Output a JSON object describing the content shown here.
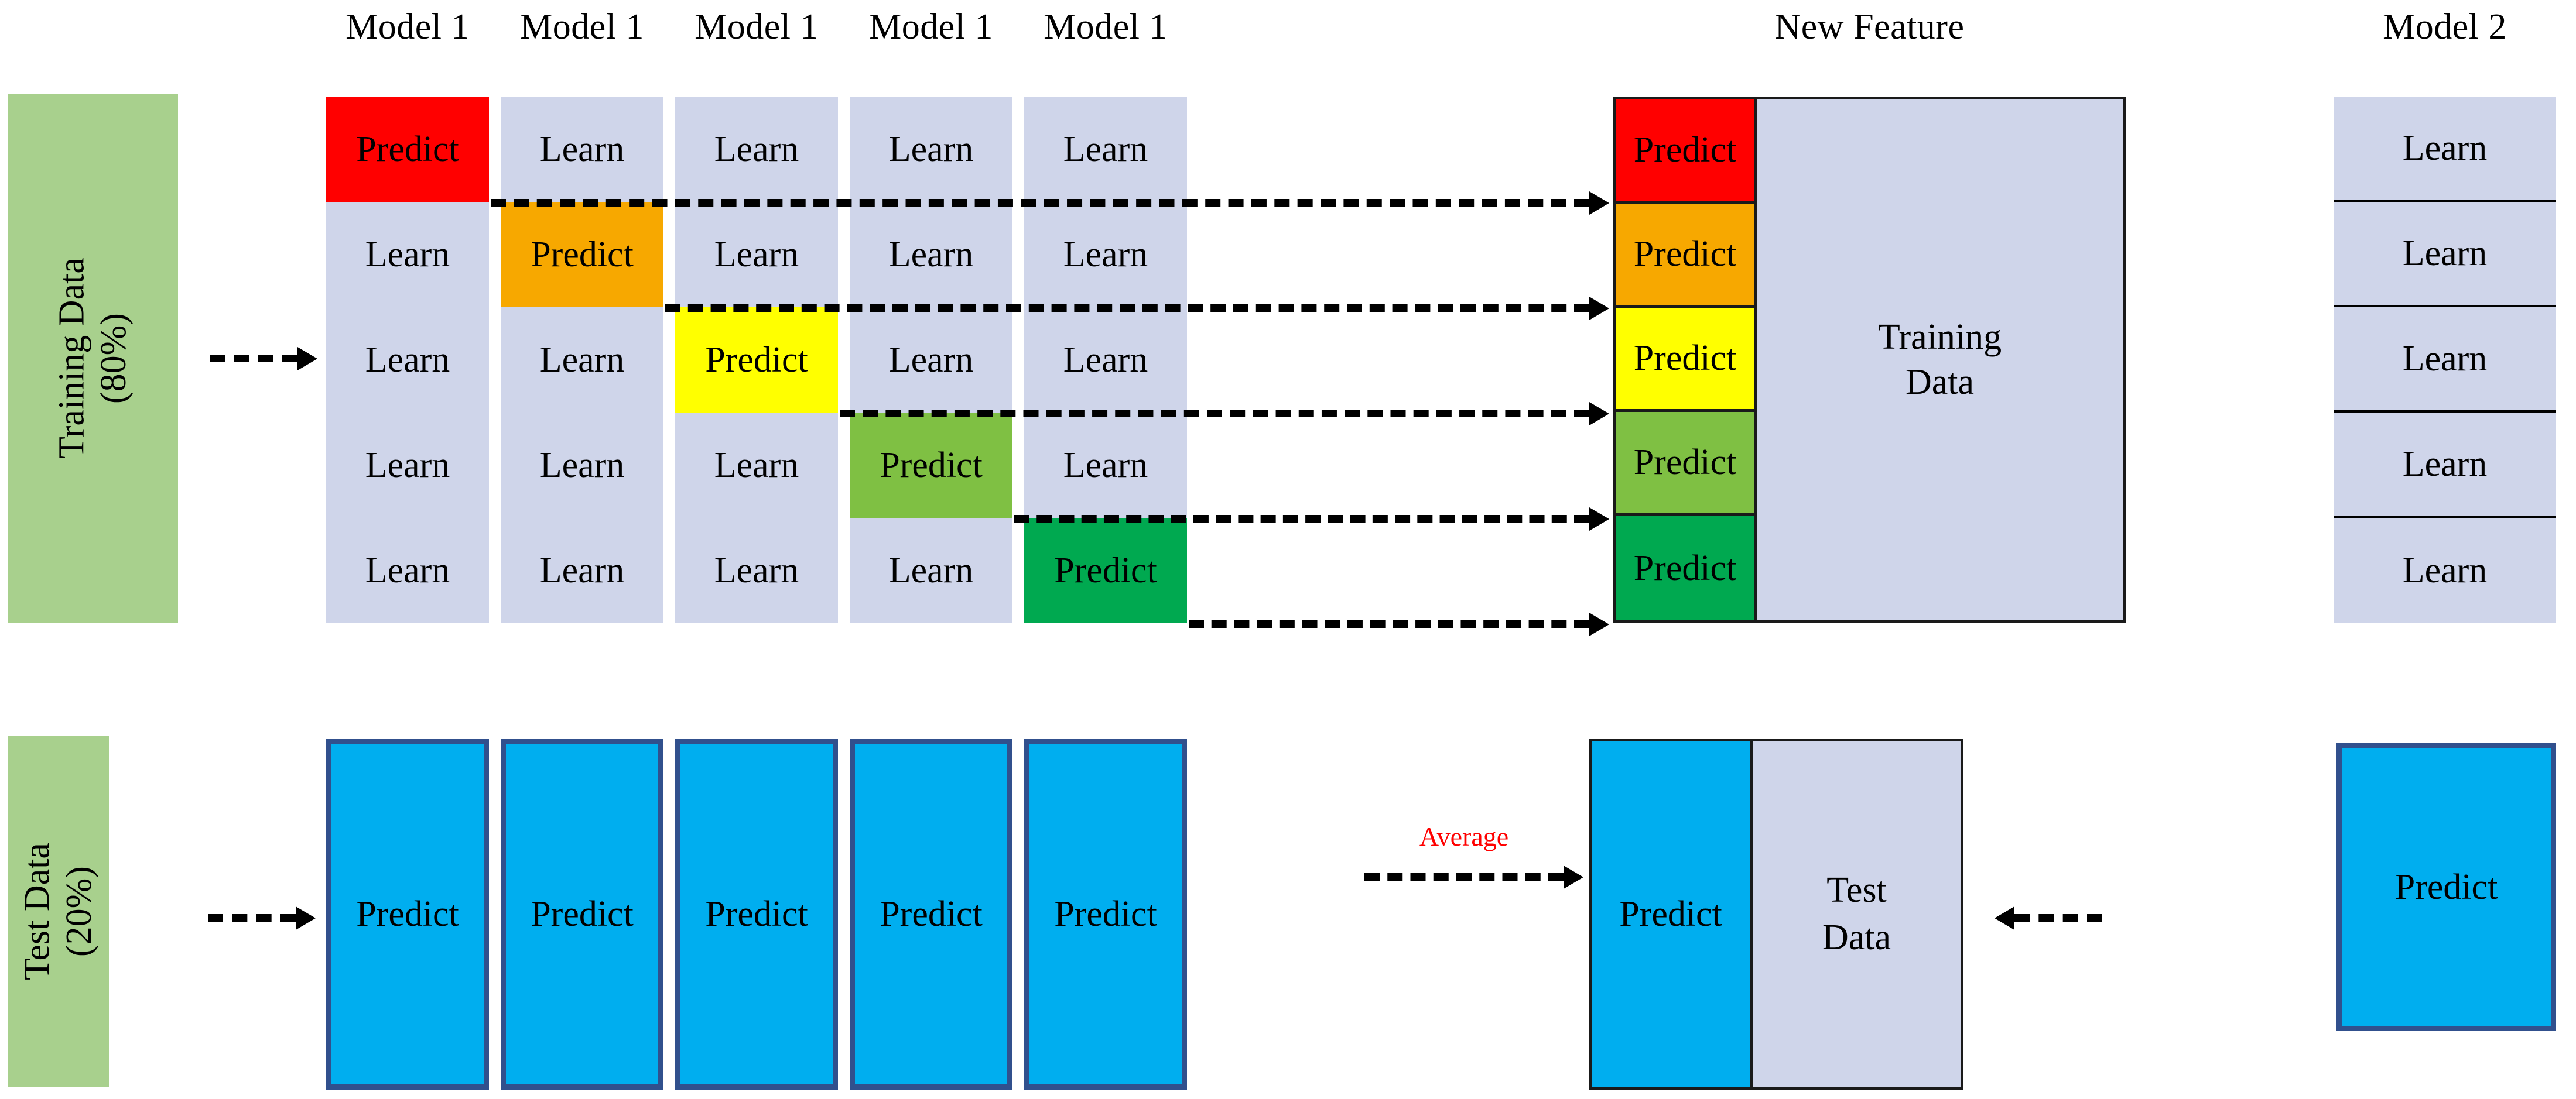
{
  "diagram": {
    "title": "Stacking ensemble cross-validation schematic",
    "colors": {
      "split_green": "#A8D08D",
      "cell_lavender": "#CFD5EA",
      "fold1_red": "#FF0000",
      "fold2_orange": "#F7A800",
      "fold3_yellow": "#FFFF00",
      "fold4_light_green": "#7FC043",
      "fold5_dark_green": "#00A950",
      "test_blue": "#00AEEF",
      "test_blue_border": "#31508D",
      "average_label_red": "#FF0000",
      "outline_black": "#1A1A1A"
    }
  },
  "top": {
    "split_label": {
      "line1": "Training Data",
      "line2": "(80%)"
    },
    "headers": [
      {
        "label": "Model 1"
      },
      {
        "label": "Model 1"
      },
      {
        "label": "Model 1"
      },
      {
        "label": "Model 1"
      },
      {
        "label": "Model 1"
      },
      {
        "label": "New Feature"
      },
      {
        "label": "Model 2"
      }
    ],
    "fold_columns": [
      {
        "cells": [
          {
            "text": "Predict",
            "state": "predict",
            "color": "red"
          },
          {
            "text": "Learn",
            "state": "learn",
            "color": "lavender"
          },
          {
            "text": "Learn",
            "state": "learn",
            "color": "lavender"
          },
          {
            "text": "Learn",
            "state": "learn",
            "color": "lavender"
          },
          {
            "text": "Learn",
            "state": "learn",
            "color": "lavender"
          }
        ]
      },
      {
        "cells": [
          {
            "text": "Learn",
            "state": "learn",
            "color": "lavender"
          },
          {
            "text": "Predict",
            "state": "predict",
            "color": "orange"
          },
          {
            "text": "Learn",
            "state": "learn",
            "color": "lavender"
          },
          {
            "text": "Learn",
            "state": "learn",
            "color": "lavender"
          },
          {
            "text": "Learn",
            "state": "learn",
            "color": "lavender"
          }
        ]
      },
      {
        "cells": [
          {
            "text": "Learn",
            "state": "learn",
            "color": "lavender"
          },
          {
            "text": "Learn",
            "state": "learn",
            "color": "lavender"
          },
          {
            "text": "Predict",
            "state": "predict",
            "color": "yellow"
          },
          {
            "text": "Learn",
            "state": "learn",
            "color": "lavender"
          },
          {
            "text": "Learn",
            "state": "learn",
            "color": "lavender"
          }
        ]
      },
      {
        "cells": [
          {
            "text": "Learn",
            "state": "learn",
            "color": "lavender"
          },
          {
            "text": "Learn",
            "state": "learn",
            "color": "lavender"
          },
          {
            "text": "Learn",
            "state": "learn",
            "color": "lavender"
          },
          {
            "text": "Predict",
            "state": "predict",
            "color": "lgreen"
          },
          {
            "text": "Learn",
            "state": "learn",
            "color": "lavender"
          }
        ]
      },
      {
        "cells": [
          {
            "text": "Learn",
            "state": "learn",
            "color": "lavender"
          },
          {
            "text": "Learn",
            "state": "learn",
            "color": "lavender"
          },
          {
            "text": "Learn",
            "state": "learn",
            "color": "lavender"
          },
          {
            "text": "Learn",
            "state": "learn",
            "color": "lavender"
          },
          {
            "text": "Predict",
            "state": "predict",
            "color": "dgreen"
          }
        ]
      }
    ],
    "new_feature": {
      "predict_cells": [
        {
          "text": "Predict",
          "color": "red"
        },
        {
          "text": "Predict",
          "color": "orange"
        },
        {
          "text": "Predict",
          "color": "yellow"
        },
        {
          "text": "Predict",
          "color": "lgreen"
        },
        {
          "text": "Predict",
          "color": "dgreen"
        }
      ],
      "side_label": {
        "line1": "Training",
        "line2": "Data"
      }
    },
    "model2": {
      "cells": [
        {
          "text": "Learn"
        },
        {
          "text": "Learn"
        },
        {
          "text": "Learn"
        },
        {
          "text": "Learn"
        },
        {
          "text": "Learn"
        }
      ]
    }
  },
  "bottom": {
    "split_label": {
      "line1": "Test Data",
      "line2": "(20%)"
    },
    "predict_boxes": [
      {
        "text": "Predict"
      },
      {
        "text": "Predict"
      },
      {
        "text": "Predict"
      },
      {
        "text": "Predict"
      },
      {
        "text": "Predict"
      }
    ],
    "average_label": "Average",
    "new_feature": {
      "predict": "Predict",
      "side_label": {
        "line1": "Test",
        "line2": "Data"
      }
    },
    "model2_predict": {
      "text": "Predict"
    }
  }
}
